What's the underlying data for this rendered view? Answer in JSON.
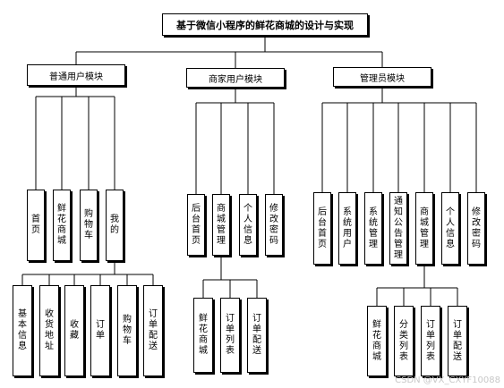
{
  "diagram": {
    "title": "基于微信小程序的鲜花商城的设计与实现",
    "modules": [
      {
        "label": "普通用户模块",
        "children": [
          {
            "label": "首页",
            "children": []
          },
          {
            "label": "鲜花商城",
            "children": []
          },
          {
            "label": "购物车",
            "children": []
          },
          {
            "label": "我的",
            "children": [
              "基本信息",
              "收货地址",
              "收藏",
              "订单",
              "购物车",
              "订单配送"
            ]
          }
        ]
      },
      {
        "label": "商家用户模块",
        "children": [
          {
            "label": "后台首页",
            "children": []
          },
          {
            "label": "商城管理",
            "children": [
              "鲜花商城",
              "订单列表",
              "订单配送"
            ]
          },
          {
            "label": "个人信息",
            "children": []
          },
          {
            "label": "修改密码",
            "children": []
          }
        ]
      },
      {
        "label": "管理员模块",
        "children": [
          {
            "label": "后台首页",
            "children": []
          },
          {
            "label": "系统用户",
            "children": []
          },
          {
            "label": "系统管理",
            "children": []
          },
          {
            "label": "通知公告管理",
            "children": []
          },
          {
            "label": "商城管理",
            "children": [
              "鲜花商城",
              "分类列表",
              "订单列表",
              "订单配送"
            ]
          },
          {
            "label": "个人信息",
            "children": []
          },
          {
            "label": "修改密码",
            "children": []
          }
        ]
      }
    ]
  },
  "watermark": "CSDN @VX_CXYF10088"
}
